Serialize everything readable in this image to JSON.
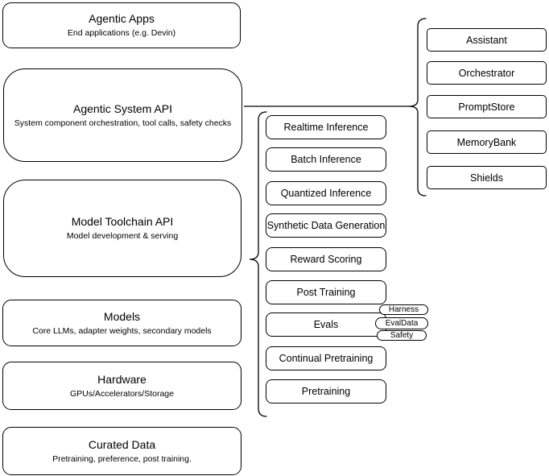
{
  "diagram": {
    "colors": {
      "stroke": "#000000",
      "fill": "#ffffff",
      "text": "#000000"
    },
    "stack": [
      {
        "title": "Agentic Apps",
        "subtitle": "End applications (e.g. Devin)"
      },
      {
        "title": "Agentic System API",
        "subtitle": "System component orchestration, tool calls, safety checks"
      },
      {
        "title": "Model Toolchain API",
        "subtitle": "Model development & serving"
      },
      {
        "title": "Models",
        "subtitle": "Core LLMs, adapter weights, secondary models"
      },
      {
        "title": "Hardware",
        "subtitle": "GPUs/Accelerators/Storage"
      },
      {
        "title": "Curated Data",
        "subtitle": "Pretraining, preference, post training."
      }
    ],
    "toolchain_items": [
      "Realtime Inference",
      "Batch Inference",
      "Quantized Inference",
      "Synthetic Data Generation",
      "Reward Scoring",
      "Post Training",
      "Evals",
      "Continual Pretraining",
      "Pretraining"
    ],
    "eval_badges": [
      "Harness",
      "EvalData",
      "Safety"
    ],
    "system_items": [
      "Assistant",
      "Orchestrator",
      "PromptStore",
      "MemoryBank",
      "Shields"
    ]
  }
}
